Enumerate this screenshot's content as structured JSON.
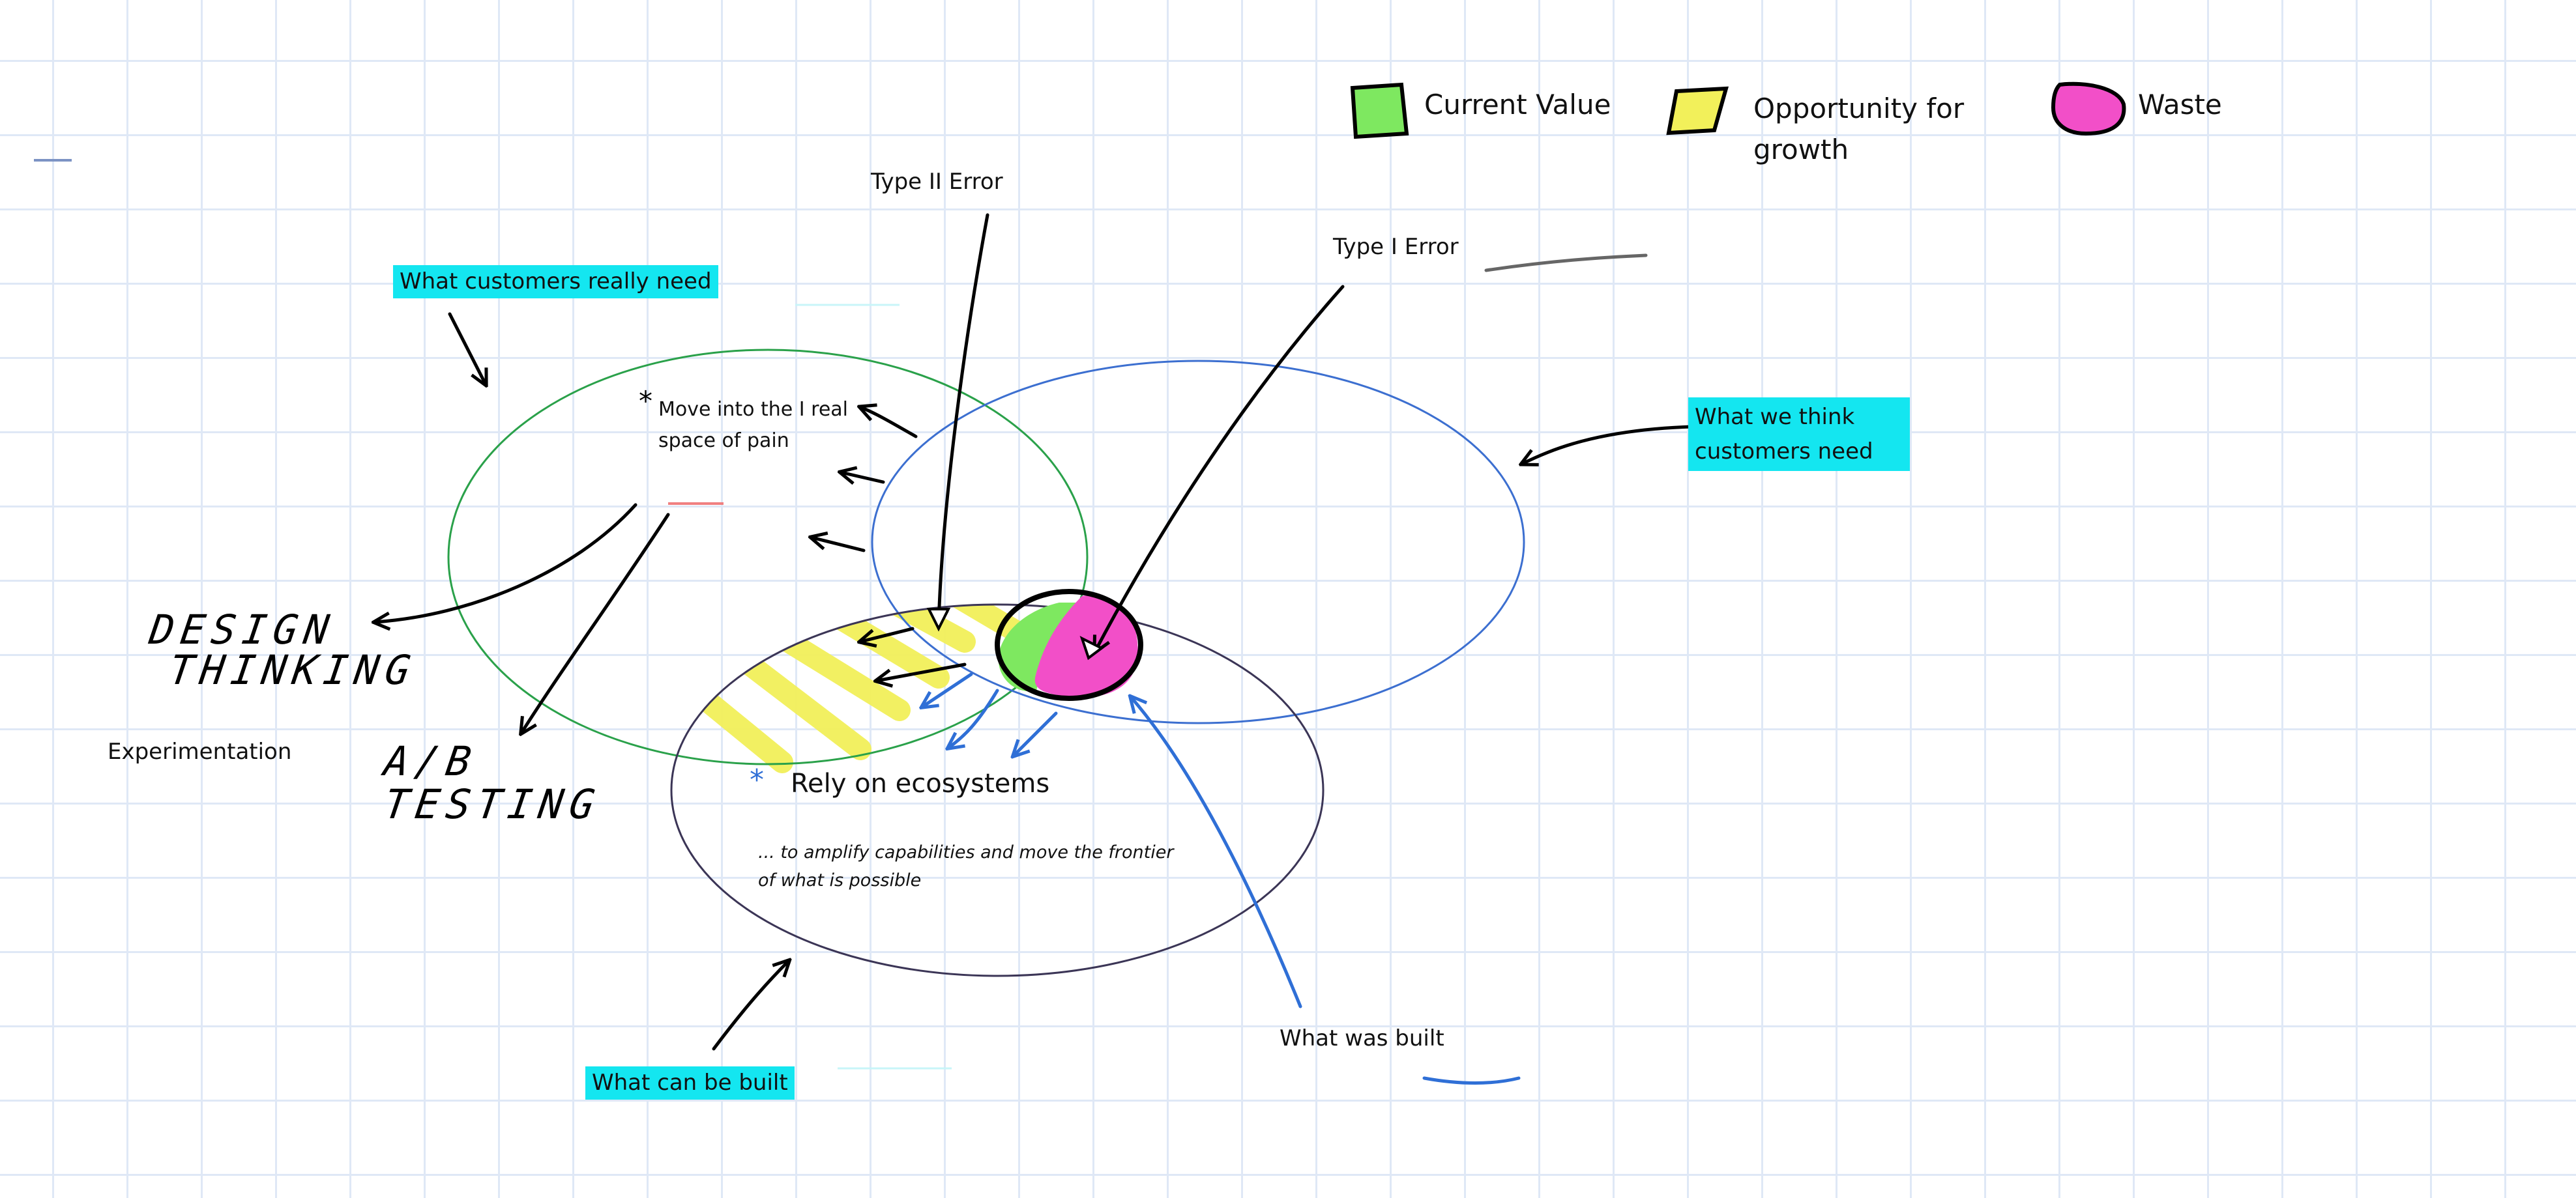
{
  "legend": {
    "current_value": "Current Value",
    "opportunity_for_growth": "Opportunity for growth",
    "waste": "Waste"
  },
  "labels": {
    "customers_need": "What customers really need",
    "we_think": "What we think customers need",
    "can_be_built": "What can be built",
    "was_built": "What was built",
    "type2": "Type II Error",
    "type1": "Type I Error",
    "move_into": "Move into the I real space of pain",
    "rely": "Rely on ecosystems",
    "rely_sub": "... to amplify capabilities and move the frontier of what is possible",
    "experimentation": "Experimentation",
    "design_thinking_1": "DESIGN",
    "design_thinking_2": "THINKING",
    "ab_1": "A/B",
    "ab_2": "TESTING"
  },
  "colors": {
    "highlight": "#14e6f0",
    "current_value": "#7ee860",
    "opportunity": "#f2f05a",
    "waste": "#f24fc8",
    "ellipse_customers": "#2aa14a",
    "ellipse_think": "#3c6fd0",
    "ellipse_built": "#3b3556",
    "blue_arrow": "#2f6fd6"
  }
}
